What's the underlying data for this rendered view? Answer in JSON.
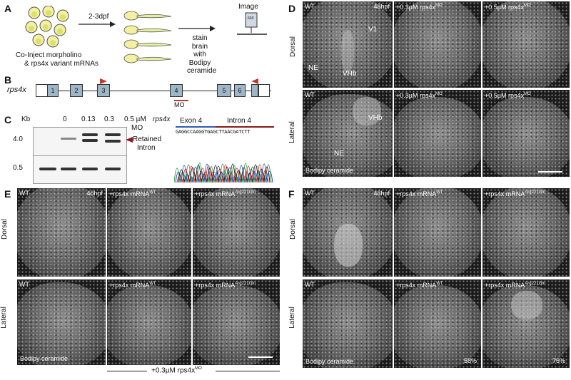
{
  "panels": {
    "A": "A",
    "B": "B",
    "C": "C",
    "D": "D",
    "E": "E",
    "F": "F"
  },
  "panelA": {
    "inject": "Co-Inject morpholino",
    "inject2": "& rps4x variant mRNAs",
    "time": "2-3dpf",
    "stain1": "stain",
    "stain2": "brain with",
    "stain3": "Bodipy",
    "stain4": "ceramide",
    "image": "Image",
    "objective": "60X"
  },
  "panelB": {
    "gene": "rps4x",
    "exons": [
      "1",
      "2",
      "3",
      "4",
      "5",
      "6"
    ],
    "mo": "MO"
  },
  "panelC": {
    "kb": "Kb",
    "doses": [
      "0",
      "0.13",
      "0.3",
      "0.5 µM"
    ],
    "dose_gene": "rps4x",
    "dose_mo": "MO",
    "size_top": "4.0",
    "size_bottom": "0.5",
    "retained1": "Retained",
    "retained2": "Intron",
    "exon4": "Exon 4",
    "intron4": "Intron 4",
    "seq": "GAGGCCAAGGTGAGCTTAACGATCTT"
  },
  "panelD": {
    "wt": "WT",
    "hpf": "48hpf",
    "mo03": "+0.3µM rps4x",
    "mo05": "+0.5µM rps4x",
    "mo_sup": "MO",
    "v1": "V1",
    "ne": "NE",
    "vhb": "VHb",
    "dorsal": "Dorsal",
    "lateral": "Lateral",
    "bodipy": "Bodipy ceramide"
  },
  "panelE": {
    "wt": "WT",
    "hpf": "48hpf",
    "mrna_wt": "+rps4x mRNA",
    "wt_sup": "WT",
    "mrna_mut": "+rps4x mRNA",
    "mut_sup": "Arg221Gln",
    "dorsal": "Dorsal",
    "lateral": "Lateral",
    "bodipy": "Bodipy ceramide",
    "footer": "+0.3µM rps4x",
    "footer_sup": "MO"
  },
  "panelF": {
    "wt": "WT",
    "hpf": "48hpf",
    "mrna_wt": "+rps4x mRNA",
    "wt_sup": "WT",
    "mrna_mut": "+rps4x mRNA",
    "mut_sup": "Arg221Gln",
    "dorsal": "Dorsal",
    "lateral": "Lateral",
    "bodipy": "Bodipy ceramide",
    "pct1": "58%",
    "pct2": "76%"
  }
}
